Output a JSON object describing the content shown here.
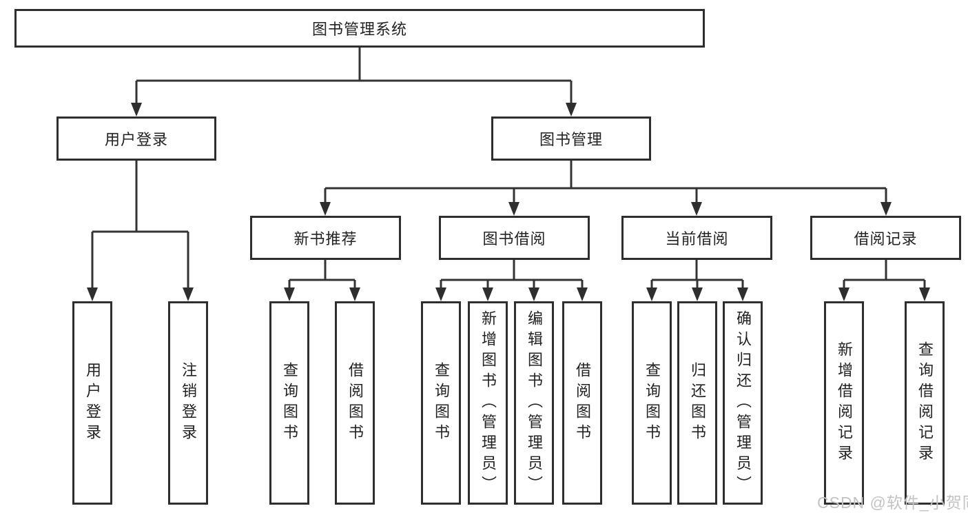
{
  "diagram": {
    "root": {
      "label": "图书管理系统"
    },
    "level2": {
      "user_login": {
        "label": "用户登录"
      },
      "book_management": {
        "label": "图书管理"
      }
    },
    "level3": {
      "new_book_recommend": {
        "label": "新书推荐"
      },
      "book_borrow": {
        "label": "图书借阅"
      },
      "current_borrow": {
        "label": "当前借阅"
      },
      "borrow_record": {
        "label": "借阅记录"
      }
    },
    "leaves": {
      "user_login": {
        "label": "用户登录"
      },
      "logout": {
        "label": "注销登录"
      },
      "recommend_query_book": {
        "label": "查询图书"
      },
      "recommend_borrow_book": {
        "label": "借阅图书"
      },
      "borrow_query_book": {
        "label": "查询图书"
      },
      "add_book_admin": {
        "label": "新增图书（管理员）"
      },
      "edit_book_admin": {
        "label": "编辑图书（管理员）"
      },
      "borrow_borrow_book": {
        "label": "借阅图书"
      },
      "current_query_book": {
        "label": "查询图书"
      },
      "return_book": {
        "label": "归还图书"
      },
      "confirm_return_admin": {
        "label": "确认归还（管理员）"
      },
      "add_borrow_record": {
        "label": "新增借阅记录"
      },
      "query_borrow_record": {
        "label": "查询借阅记录"
      }
    },
    "line_color": "#333333",
    "border_color": "#2e2e2e"
  },
  "watermark": {
    "text": "CSDN @软件_小贺同学"
  }
}
